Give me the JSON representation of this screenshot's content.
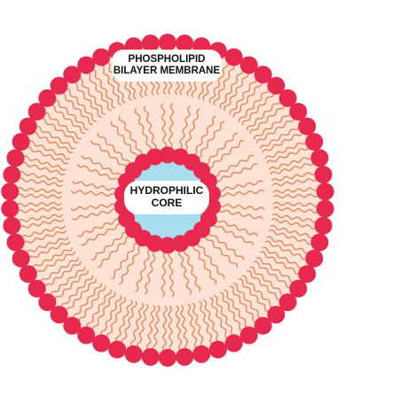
{
  "labels": {
    "membrane": [
      "PHOSPHOLIPID",
      "BILAYER MEMBRANE"
    ],
    "core": [
      "HYDROPHILIC",
      "CORE"
    ]
  },
  "colors": {
    "background": "#ffffff",
    "lipid_zone": "#fde3d6",
    "head": "#e8294f",
    "tail": "#e2875a",
    "core": "#a8dcef",
    "label_bg": "#ffffff"
  }
}
